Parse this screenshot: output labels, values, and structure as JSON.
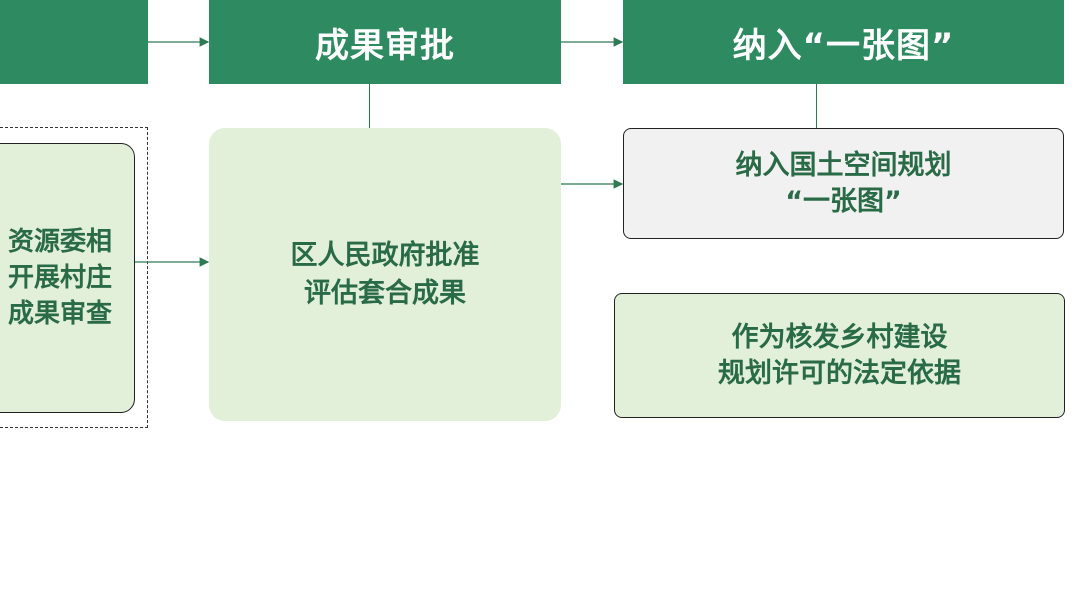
{
  "headers": {
    "left": "",
    "middle": "成果审批",
    "right": "纳入“一张图”"
  },
  "left_box": {
    "lines": [
      "资源委相",
      "开展村庄",
      "成果审查"
    ]
  },
  "middle_box": {
    "lines": [
      "区人民政府批准",
      "评估套合成果"
    ]
  },
  "right_top_box": {
    "lines": [
      "纳入国土空间规划",
      "“一张图”"
    ]
  },
  "right_bottom_box": {
    "lines": [
      "作为核发乡村建设",
      "规划许可的法定依据"
    ]
  },
  "colors": {
    "header_green": "#2e8a60",
    "box_light_green": "#e2efd9",
    "box_gray": "#f1f1f1",
    "text_green": "#2a6b47",
    "arrow_green": "#2e7a55"
  }
}
